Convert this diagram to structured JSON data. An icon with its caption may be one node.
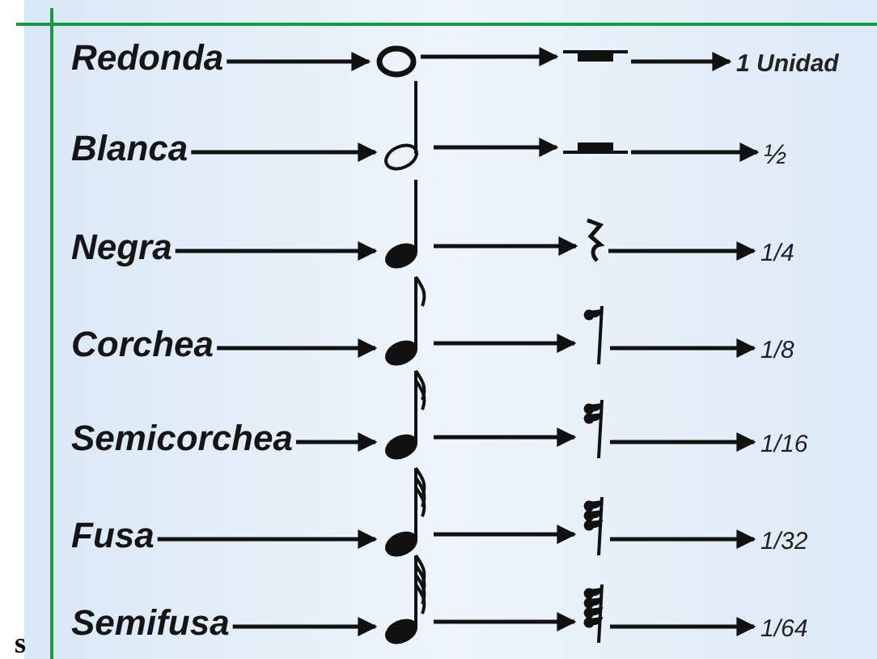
{
  "diagram": {
    "nodes": [
      {
        "text": [
          "Redonda"
        ]
      },
      {
        "text": [],
        "shape": "circle"
      },
      {
        "text": [],
        "shape": "bar"
      },
      {
        "text": [
          "1 Unidad"
        ]
      },
      {
        "text": [
          "Blanca"
        ]
      },
      {
        "text": [],
        "shape": "picture"
      },
      {
        "text": [],
        "shape": "bar"
      },
      {
        "text": [
          "½"
        ]
      },
      {
        "text": [
          "Negra"
        ]
      },
      {
        "text": [],
        "shape": "picture"
      },
      {
        "text": [],
        "shape": "picture"
      },
      {
        "text": [
          "1/4"
        ]
      },
      {
        "text": [
          "Corchea"
        ]
      },
      {
        "text": [],
        "shape": "picture"
      },
      {
        "text": [],
        "shape": "picture"
      },
      {
        "text": [
          "1/8"
        ]
      },
      {
        "text": [
          "Semicorchea"
        ]
      },
      {
        "text": [],
        "shape": "picture"
      },
      {
        "text": [],
        "shape": "picture"
      },
      {
        "text": [
          "1/16"
        ]
      },
      {
        "text": [
          "Fusa"
        ]
      },
      {
        "text": [],
        "shape": "picture"
      },
      {
        "text": [],
        "shape": "picture"
      },
      {
        "text": [
          "1/32"
        ]
      },
      {
        "text": [
          "Semifusa"
        ]
      },
      {
        "text": [],
        "shape": "picture"
      },
      {
        "text": [],
        "shape": "picture"
      },
      {
        "text": [
          "1/64"
        ]
      }
    ],
    "edges": [
      {
        "from": 0,
        "to": 1,
        "arrow": "to"
      },
      {
        "from": 1,
        "to": 2,
        "arrow": "to"
      },
      {
        "from": 2,
        "to": 3,
        "arrow": "to"
      },
      {
        "from": 4,
        "to": 5,
        "arrow": "to"
      },
      {
        "from": 5,
        "to": 6,
        "arrow": "to"
      },
      {
        "from": 6,
        "to": 7,
        "arrow": "to"
      },
      {
        "from": 8,
        "to": 9,
        "arrow": "to"
      },
      {
        "from": 9,
        "to": 10,
        "arrow": "to"
      },
      {
        "from": 10,
        "to": 11,
        "arrow": "to"
      },
      {
        "from": 12,
        "to": 13,
        "arrow": "to"
      },
      {
        "from": 13,
        "to": 14,
        "arrow": "to"
      },
      {
        "from": 14,
        "to": 15,
        "arrow": "to"
      },
      {
        "from": 16,
        "to": 17,
        "arrow": "to"
      },
      {
        "from": 17,
        "to": 18,
        "arrow": "to"
      },
      {
        "from": 18,
        "to": 19,
        "arrow": "to"
      },
      {
        "from": 20,
        "to": 21,
        "arrow": "to"
      },
      {
        "from": 21,
        "to": 22,
        "arrow": "to"
      },
      {
        "from": 22,
        "to": 23,
        "arrow": "to"
      },
      {
        "from": 24,
        "to": 25,
        "arrow": "to"
      },
      {
        "from": 25,
        "to": 26,
        "arrow": "to"
      },
      {
        "from": 26,
        "to": 27,
        "arrow": "to"
      }
    ],
    "labels": [
      "s"
    ]
  }
}
